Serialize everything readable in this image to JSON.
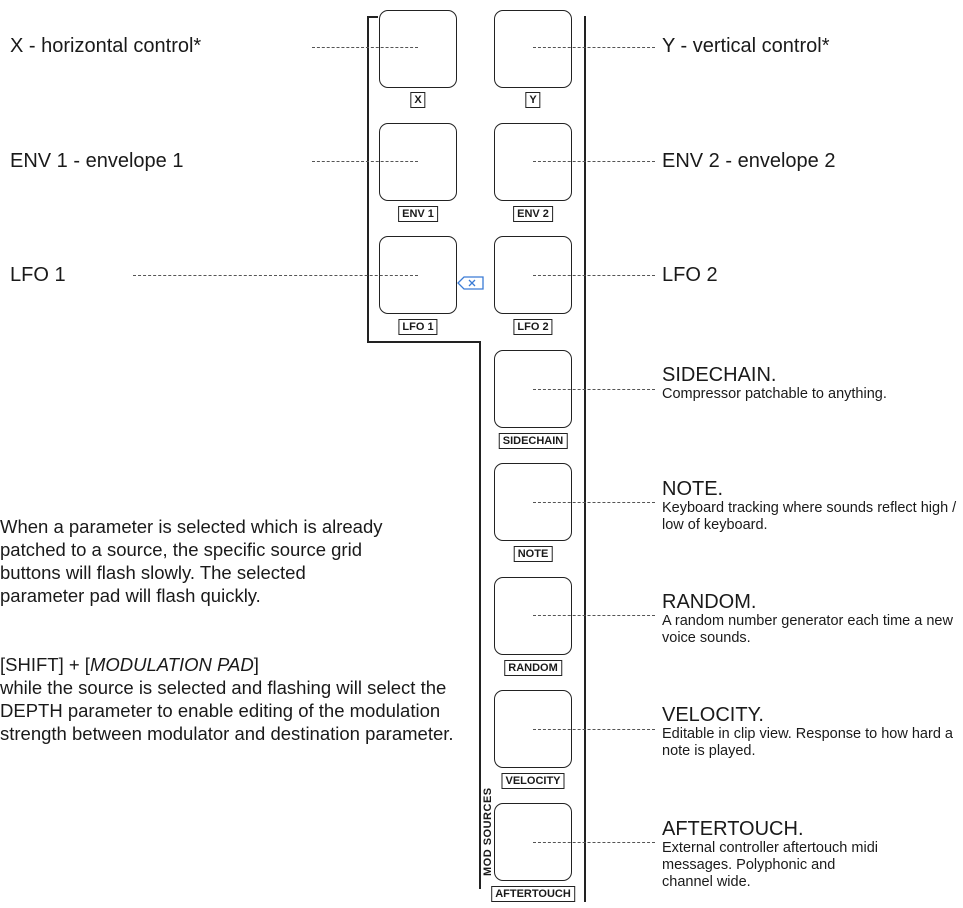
{
  "left_labels": {
    "x": "X  - horizontal control*",
    "env1": "ENV 1  - envelope 1",
    "lfo1": "LFO 1"
  },
  "right_labels": {
    "y": "Y - vertical control*",
    "env2": "ENV 2  - envelope 2",
    "lfo2": "LFO 2"
  },
  "pad_tags": {
    "x": "X",
    "y": "Y",
    "env1": "ENV 1",
    "env2": "ENV 2",
    "lfo1": "LFO 1",
    "lfo2": "LFO 2",
    "sidechain": "SIDECHAIN",
    "note": "NOTE",
    "random": "RANDOM",
    "velocity": "VELOCITY",
    "aftertouch": "AFTERTOUCH"
  },
  "sources": [
    {
      "title": "SIDECHAIN.",
      "desc": "Compressor patchable to anything."
    },
    {
      "title": "NOTE.",
      "desc": "Keyboard tracking where sounds reflect high / low of keyboard."
    },
    {
      "title": "RANDOM.",
      "desc": "A random number generator each time a new voice sounds."
    },
    {
      "title": "VELOCITY.",
      "desc": "Editable in clip view. Response to how hard a note is played."
    },
    {
      "title": "AFTERTOUCH.",
      "desc": "External controller aftertouch midi messages. Polyphonic and channel wide."
    }
  ],
  "column_label": "MOD SOURCES",
  "info": {
    "paragraph1": "When a parameter is selected which is already patched to a source, the specific source grid buttons will flash slowly. The selected parameter pad will flash quickly.",
    "shortcut_prefix": "[SHIFT] + [",
    "shortcut_key": "MODULATION PAD",
    "shortcut_suffix": "]",
    "paragraph2": "while the source is selected and flashing will select the DEPTH parameter to enable editing of the modulation strength between modulator and destination parameter."
  },
  "colors": {
    "line": "#222222",
    "accent": "#3a7bd5"
  }
}
